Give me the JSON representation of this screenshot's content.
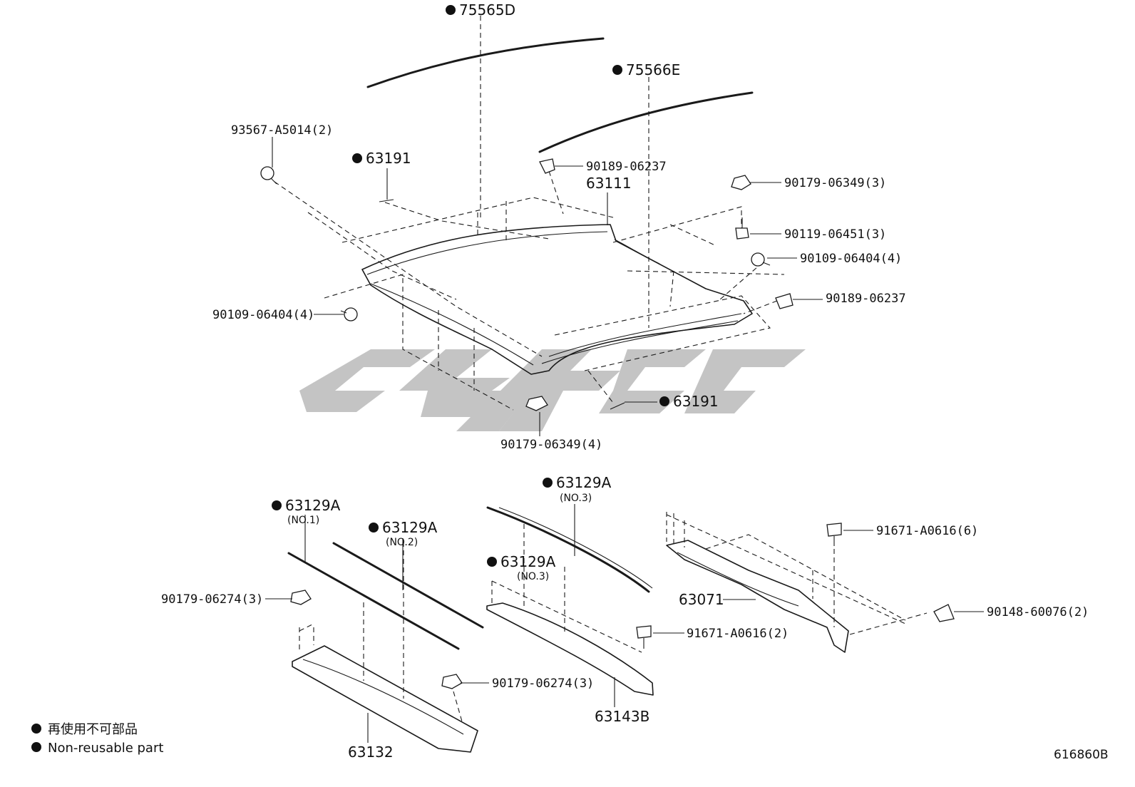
{
  "callouts": {
    "p75565D": "75565D",
    "p75566E": "75566E",
    "p93567": "93567-A5014(2)",
    "p63191_top": "63191",
    "p90189_top": "90189-06237",
    "p63111": "63111",
    "p90179_349_3": "90179-06349(3)",
    "p90119": "90119-06451(3)",
    "p90109_right": "90109-06404(4)",
    "p90109_left": "90109-06404(4)",
    "p90189_right": "90189-06237",
    "p63191_bottom": "63191",
    "p90179_349_4": "90179-06349(4)",
    "p63129A_no1": "63129A",
    "p63129A_no1_sub": "(NO.1)",
    "p63129A_no2": "63129A",
    "p63129A_no2_sub": "(NO.2)",
    "p63129A_no3a": "63129A",
    "p63129A_no3a_sub": "(NO.3)",
    "p63129A_no3b": "63129A",
    "p63129A_no3b_sub": "(NO.3)",
    "p90179_274_left": "90179-06274(3)",
    "p90179_274_mid": "90179-06274(3)",
    "p63132": "63132",
    "p63143B": "63143B",
    "p91671_6": "91671-A0616(6)",
    "p91671_2": "91671-A0616(2)",
    "p63071": "63071",
    "p90148": "90148-60076(2)"
  },
  "legend": {
    "line_jp": "再使用不可部品",
    "line_en": "Non-reusable part"
  },
  "diagram_code": "616860B",
  "colors": {
    "ink": "#1a1a1a",
    "watermark": "#c4c4c4",
    "background": "#ffffff"
  }
}
